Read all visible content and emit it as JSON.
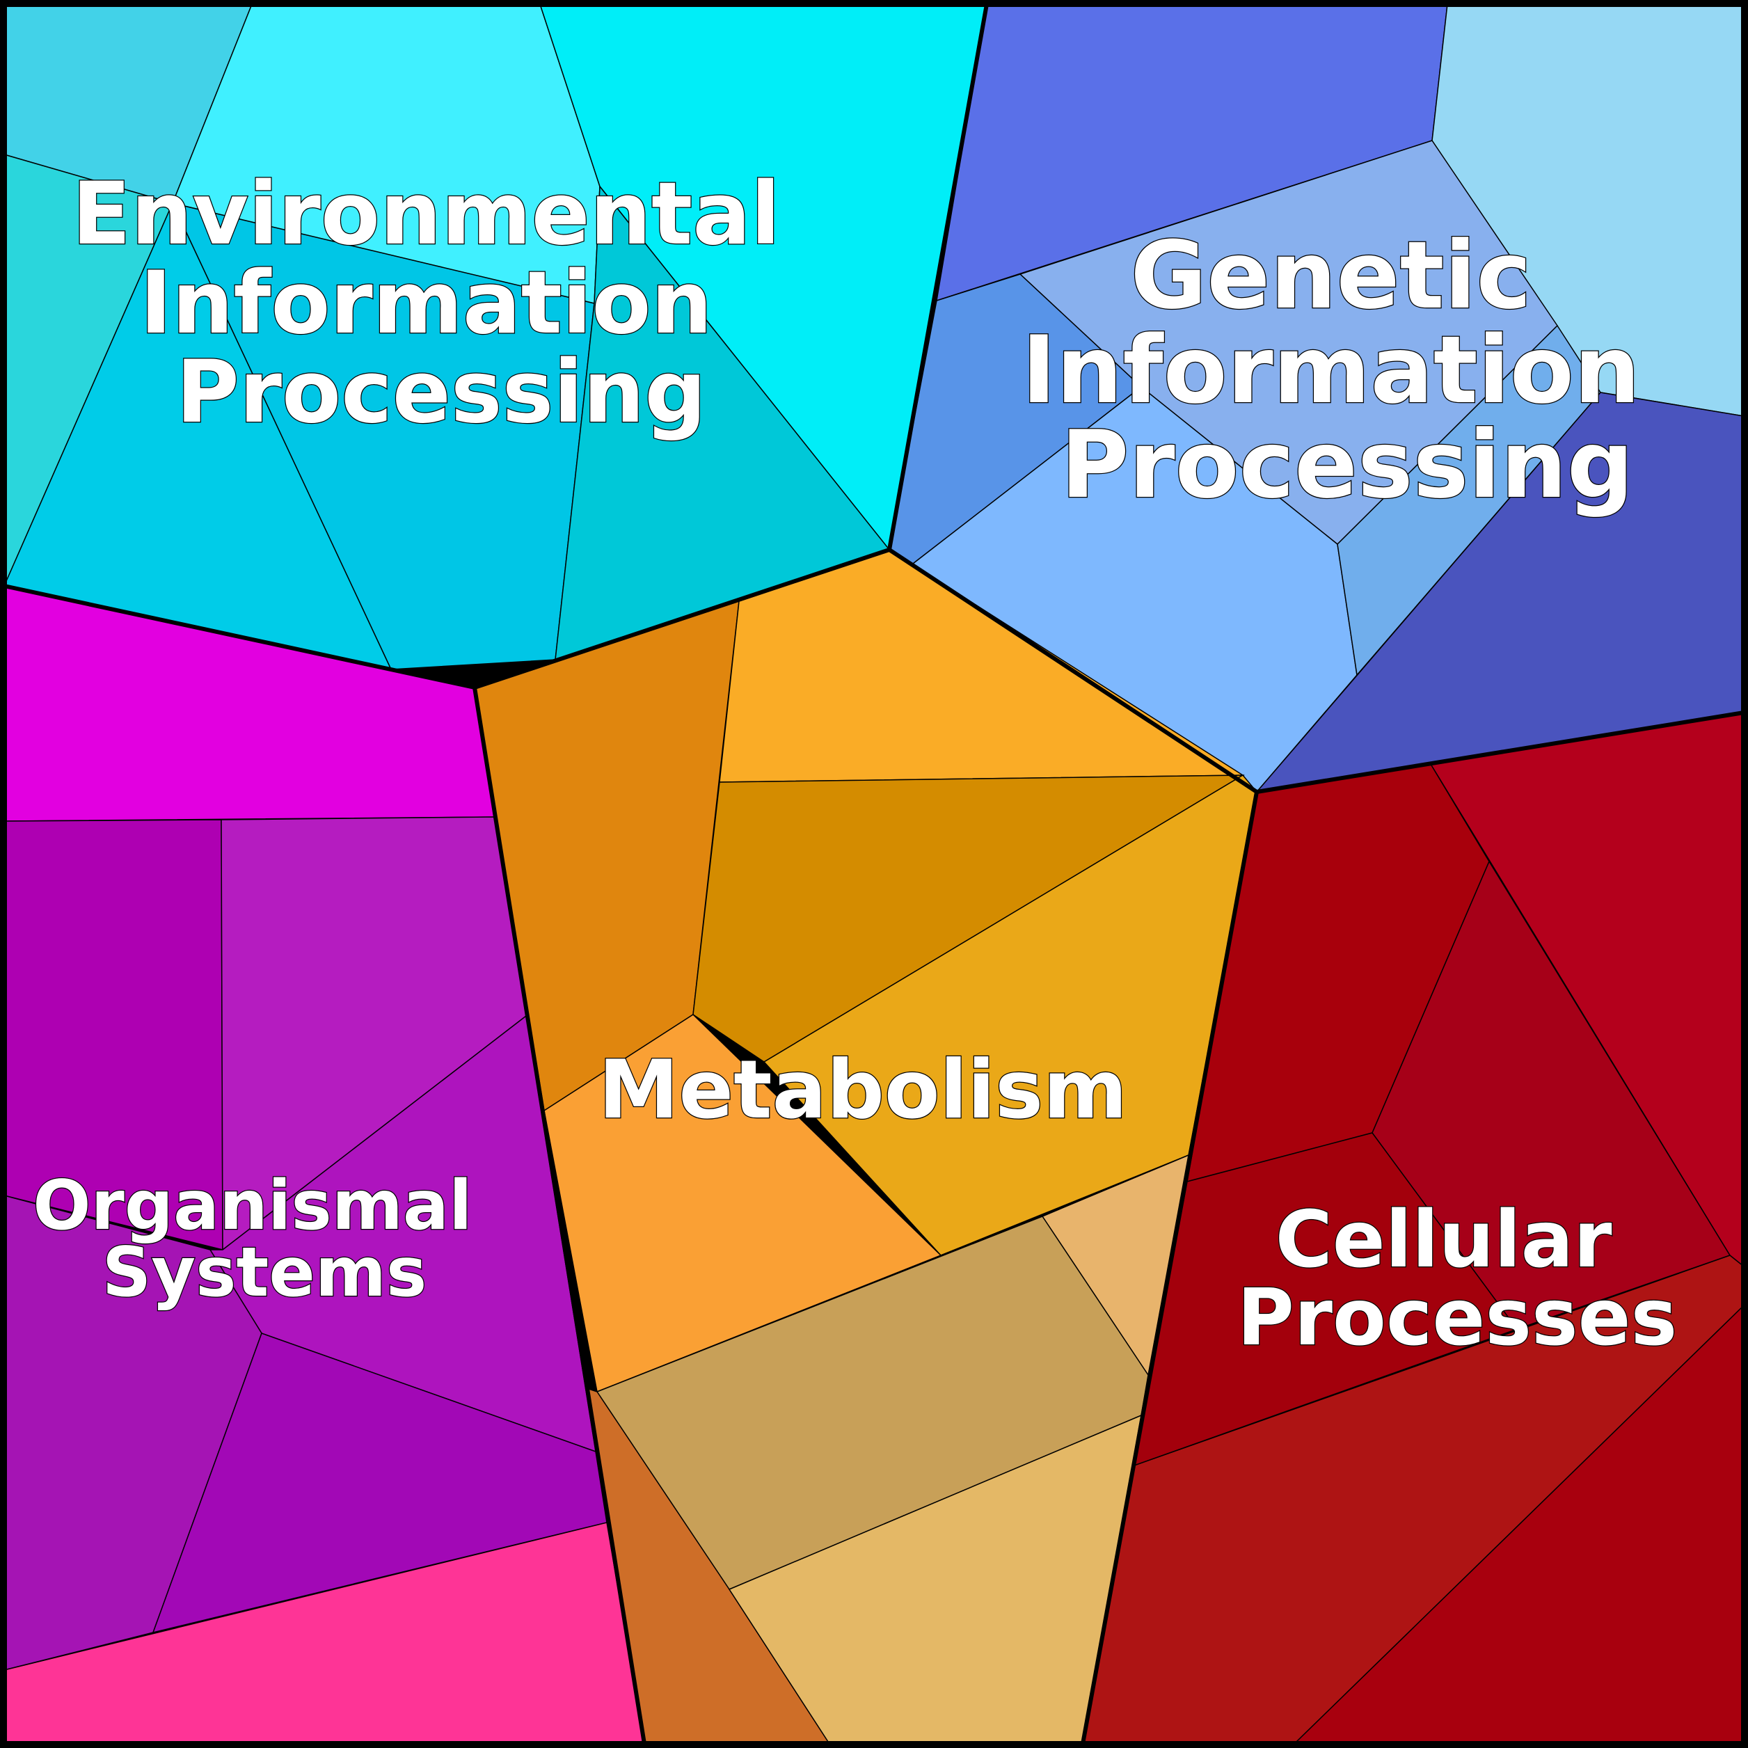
{
  "diagram": {
    "type": "voronoi-treemap",
    "categories": [
      {
        "id": "environmental",
        "lines": [
          "Environmental",
          "Information",
          "Processing"
        ],
        "color": "#00C8E6"
      },
      {
        "id": "genetic",
        "lines": [
          "Genetic",
          "Information",
          "Processing"
        ],
        "color": "#6E9EF0"
      },
      {
        "id": "metabolism",
        "lines": [
          "Metabolism"
        ],
        "color": "#F0A020"
      },
      {
        "id": "organismal",
        "lines": [
          "Organismal",
          "Systems"
        ],
        "color": "#B010C0"
      },
      {
        "id": "cellular",
        "lines": [
          "Cellular",
          "Processes"
        ],
        "color": "#A80010"
      }
    ]
  }
}
